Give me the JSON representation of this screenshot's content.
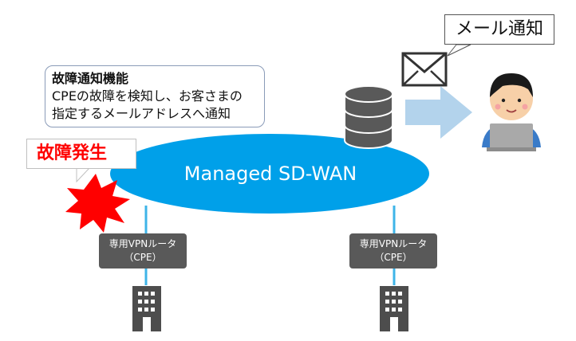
{
  "info_box": {
    "title": "故障通知機能",
    "line1": "CPEの故障を検知し、お客さまの",
    "line2": "指定するメールアドレスへ通知"
  },
  "fault_label": "故障発生",
  "network_label": "Managed SD-WAN",
  "mail_callout": "メール通知",
  "cpe_left": {
    "line1": "専用VPNルータ",
    "line2": "（CPE）"
  },
  "cpe_right": {
    "line1": "専用VPNルータ",
    "line2": "（CPE）"
  },
  "colors": {
    "cloud": "#00a0e9",
    "link": "#3eb4e8",
    "arrow": "#b3d3ec",
    "fault": "#ff0000",
    "cpe_box": "#595959",
    "building": "#4d4d4d"
  }
}
